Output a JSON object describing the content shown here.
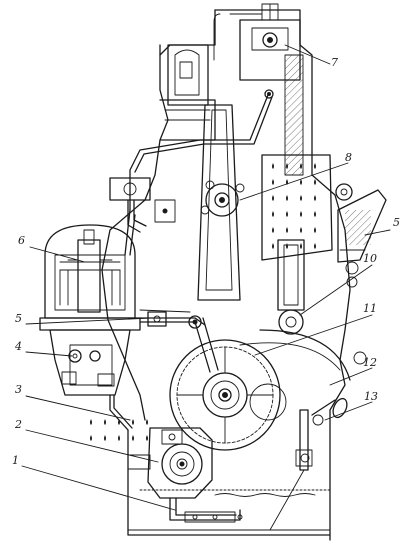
{
  "diagram": {
    "callouts": [
      {
        "id": "c1",
        "label": "1"
      },
      {
        "id": "c2",
        "label": "2"
      },
      {
        "id": "c3",
        "label": "3"
      },
      {
        "id": "c4",
        "label": "4"
      },
      {
        "id": "c5a",
        "label": "5"
      },
      {
        "id": "c5b",
        "label": "5"
      },
      {
        "id": "c6",
        "label": "6"
      },
      {
        "id": "c7",
        "label": "7"
      },
      {
        "id": "c8",
        "label": "8"
      },
      {
        "id": "c10",
        "label": "10"
      },
      {
        "id": "c11",
        "label": "11"
      },
      {
        "id": "c12",
        "label": "12"
      },
      {
        "id": "c13",
        "label": "13"
      }
    ]
  }
}
